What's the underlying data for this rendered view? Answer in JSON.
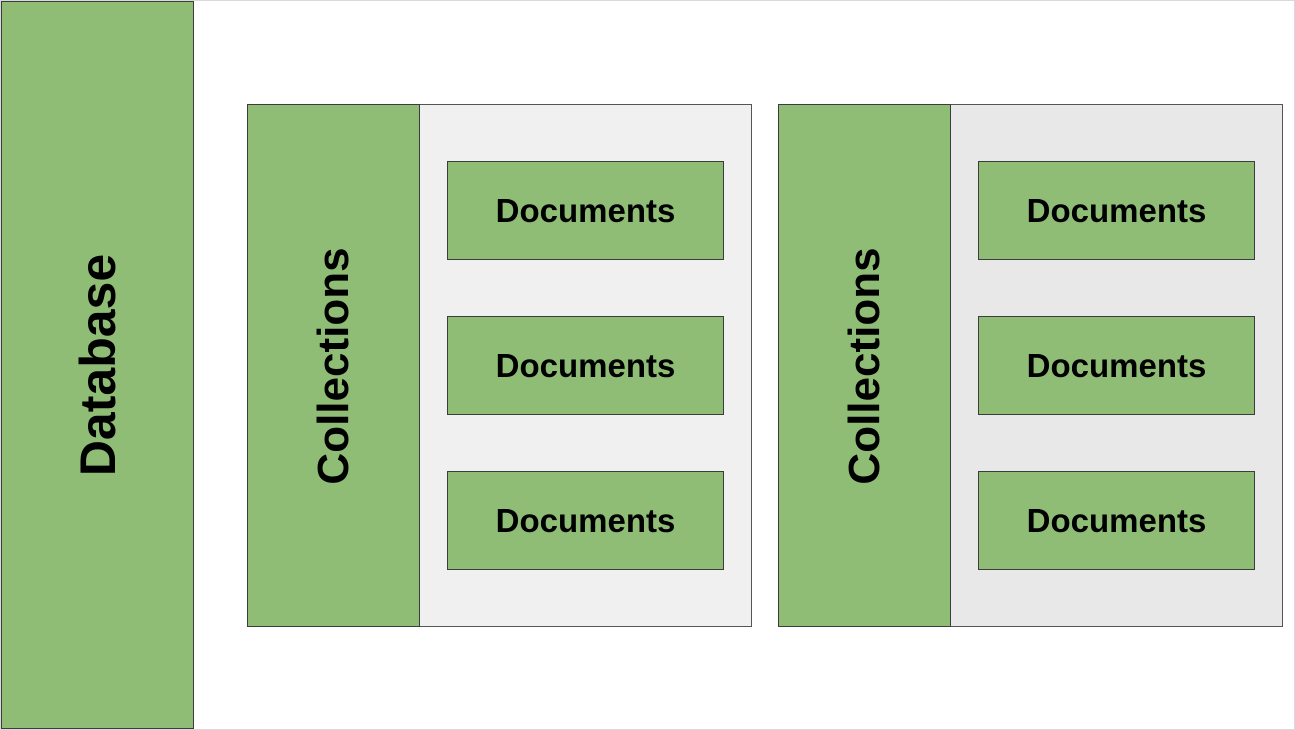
{
  "diagram": {
    "database_label": "Database",
    "collections": [
      {
        "label": "Collections",
        "documents": [
          "Documents",
          "Documents",
          "Documents"
        ]
      },
      {
        "label": "Collections",
        "documents": [
          "Documents",
          "Documents",
          "Documents"
        ]
      }
    ]
  },
  "colors": {
    "node_fill": "#8fbd76",
    "panel_1_fill": "#f0f0f0",
    "panel_2_fill": "#e8e8e8",
    "border": "#3c3c3c",
    "background": "#ffffff"
  }
}
